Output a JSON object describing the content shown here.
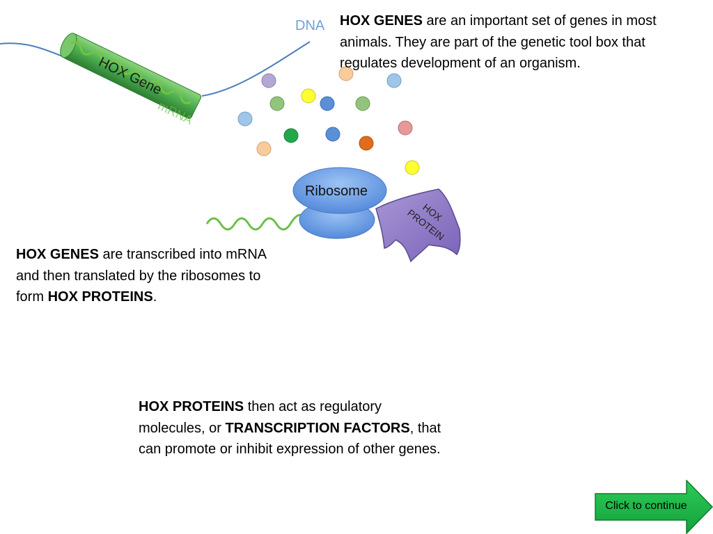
{
  "labels": {
    "dna": "DNA",
    "hox_gene": "HOX Gene",
    "mrna_overlay": "mRNA",
    "ribosome": "Ribosome",
    "protein_line1": "HOX",
    "protein_line2": "PROTEIN"
  },
  "paragraph_top": {
    "bold": "HOX GENES",
    "text": " are an important set of genes in most animals.  They are part of the genetic tool box that regulates development of an organism."
  },
  "paragraph_middle": {
    "bold1": "HOX GENES",
    "text1": " are transcribed into mRNA and then translated by the ribosomes to form ",
    "bold2": "HOX PROTEINS",
    "text2": "."
  },
  "paragraph_bottom": {
    "bold1": "HOX PROTEINS",
    "text1": " then act as regulatory molecules, or ",
    "bold2": "TRANSCRIPTION FACTORS",
    "text2": ", that can promote or inhibit expression of other genes."
  },
  "continue_button": {
    "label": "Click to continue"
  },
  "colors": {
    "dna_strand": "#4a7ebb",
    "gene_cylinder": "#4caf50",
    "mrna": "#6cc04a",
    "ribosome": "#6d9eeb",
    "protein": "#8e7cc3",
    "button": "#22b14c"
  },
  "amino_acid_colors": [
    "#b4a7d6",
    "#f9cb9c",
    "#9fc5e8",
    "#93c47d",
    "#ffff33",
    "#5b8fd6",
    "#93c47d",
    "#9fc5e8",
    "#e69999",
    "#f9cb9c",
    "#22a84a",
    "#5b8fd6",
    "#e06c1c",
    "#ffff33"
  ]
}
